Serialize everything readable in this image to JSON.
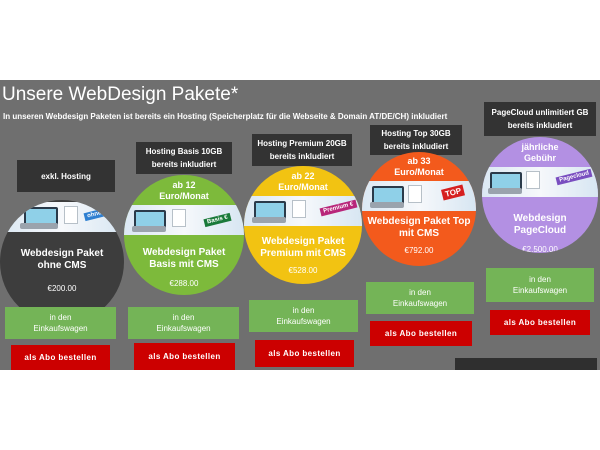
{
  "heading": "Unsere WebDesign Pakete*",
  "subline": "In unseren Webdesign Paketen ist bereits ein Hosting (Speicherplatz für die Webseite & Domain AT/DE/CH) inkludiert",
  "colors": {
    "background": "#6f6f6f",
    "dark_tag": "#333333",
    "cart_button": "#74b457",
    "abo_button": "#cc0000",
    "package_ohne_cms": "#3d3d3d",
    "package_basis": "#7dba3b",
    "package_premium": "#f2c312",
    "package_top": "#f35a1c",
    "package_pagecloud": "#b390e3"
  },
  "packages": [
    {
      "tag": "exkl. Hosting",
      "price_top": "",
      "card_label": "ohne CMS",
      "name_line1": "Webdesign Paket",
      "name_line2": "ohne CMS",
      "price": "€200.00",
      "cart_line1": "in den",
      "cart_line2": "Einkaufswagen",
      "abo": "als Abo bestellen"
    },
    {
      "tag_line1": "Hosting Basis 10GB",
      "tag_line2": "bereits inkludiert",
      "price_top_line1": "ab 12",
      "price_top_line2": "Euro/Monat",
      "card_label": "Basis €",
      "name_line1": "Webdesign Paket",
      "name_line2": "Basis mit CMS",
      "price": "€288.00",
      "cart_line1": "in den",
      "cart_line2": "Einkaufswagen",
      "abo": "als Abo bestellen"
    },
    {
      "tag_line1": "Hosting Premium 20GB",
      "tag_line2": "bereits inkludiert",
      "price_top_line1": "ab 22",
      "price_top_line2": "Euro/Monat",
      "card_label": "Premium €",
      "name_line1": "Webdesign Paket",
      "name_line2": "Premium mit CMS",
      "price": "€528.00",
      "cart_line1": "in den",
      "cart_line2": "Einkaufswagen",
      "abo": "als Abo bestellen"
    },
    {
      "tag_line1": "Hosting Top 30GB",
      "tag_line2": "bereits inkludiert",
      "price_top_line1": "ab 33",
      "price_top_line2": "Euro/Monat",
      "card_label": "TOP",
      "name_line1": "Webdesign Paket Top",
      "name_line2": "mit CMS",
      "price": "€792.00",
      "cart_line1": "in den",
      "cart_line2": "Einkaufswagen",
      "abo": "als Abo bestellen"
    },
    {
      "tag_line1": "PageCloud unlimitiert GB",
      "tag_line2": "bereits inkludiert",
      "price_top_line1": "jährliche",
      "price_top_line2": "Gebühr",
      "card_label": "Pagecloud",
      "name_line1": "Webdesign",
      "name_line2": "PageCloud",
      "price": "€2.500.00",
      "cart_line1": "in den",
      "cart_line2": "Einkaufswagen",
      "abo": "als Abo bestellen"
    }
  ]
}
